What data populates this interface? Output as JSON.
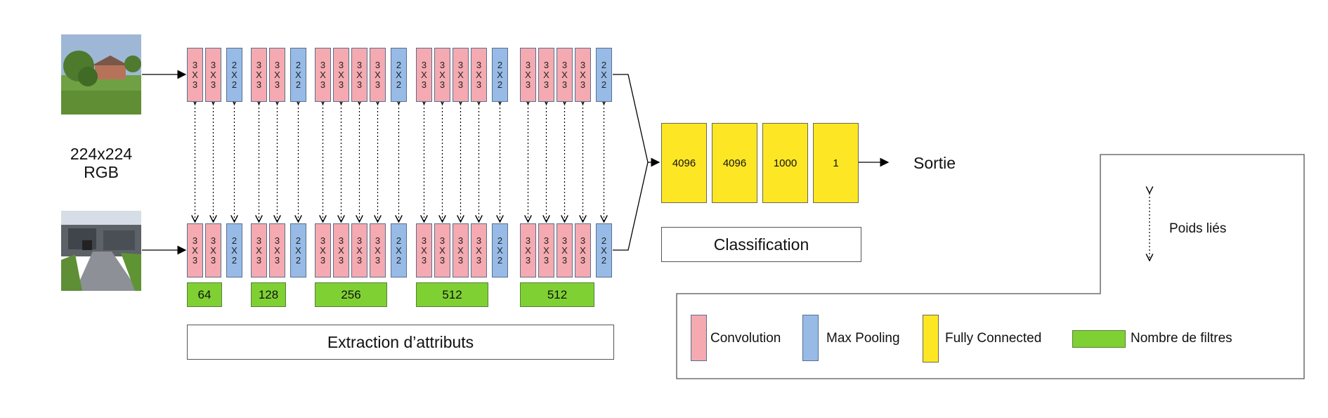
{
  "input_label": [
    "224x224",
    "RGB"
  ],
  "layer_sequence": [
    "conv",
    "conv",
    "pool",
    "conv",
    "conv",
    "pool",
    "conv",
    "conv",
    "conv",
    "conv",
    "pool",
    "conv",
    "conv",
    "conv",
    "conv",
    "pool",
    "conv",
    "conv",
    "conv",
    "conv",
    "pool"
  ],
  "conv_label": [
    "3",
    "X",
    "3"
  ],
  "pool_label": [
    "2",
    "X",
    "2"
  ],
  "filter_groups": [
    "64",
    "128",
    "256",
    "512",
    "512"
  ],
  "fc_layers": [
    "4096",
    "4096",
    "1000",
    "1"
  ],
  "output_label": "Sortie",
  "feature_box_label": "Extraction d’attributs",
  "classification_label": "Classification",
  "tied_weights_label": "Poids liés",
  "legend": [
    {
      "label": "Convolution",
      "color": "#f4aab0"
    },
    {
      "label": "Max Pooling",
      "color": "#97bbe6"
    },
    {
      "label": "Fully Connected",
      "color": "#fde725"
    },
    {
      "label": "Nombre de filtres",
      "color": "#7fd133"
    }
  ]
}
